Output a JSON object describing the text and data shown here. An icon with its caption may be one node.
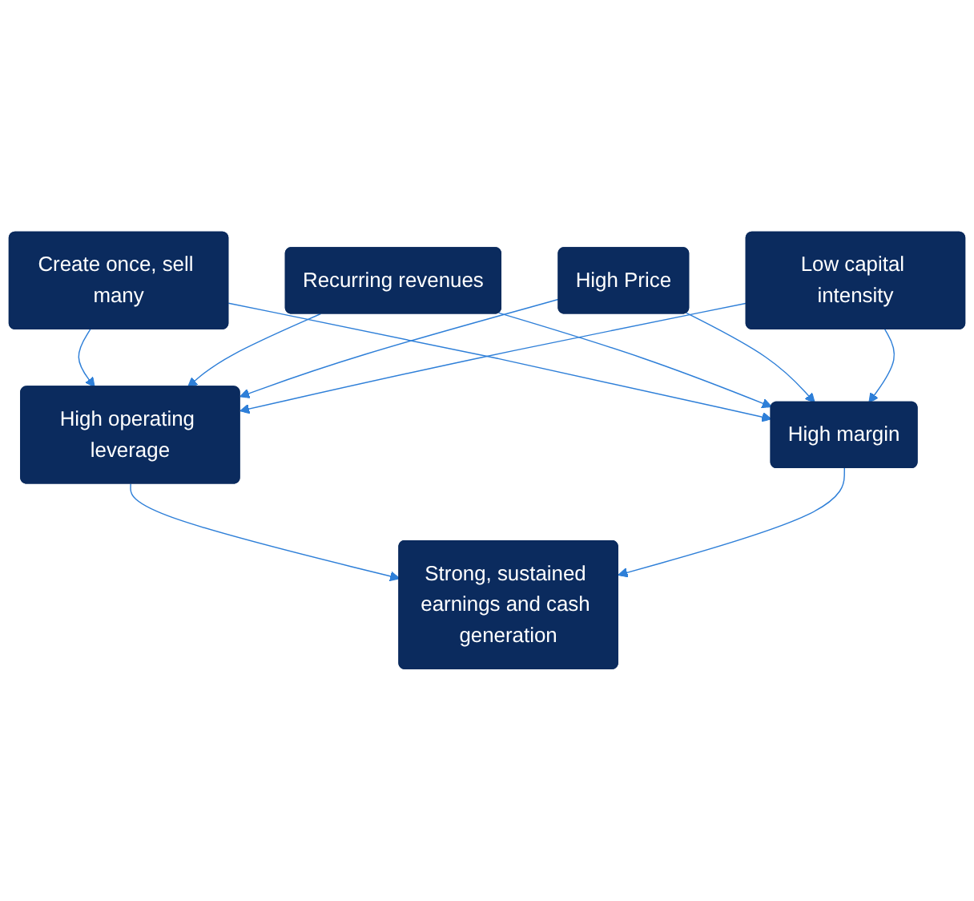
{
  "diagram": {
    "nodes": [
      {
        "text": [
          "Create once, sell many"
        ]
      },
      {
        "text": [
          "Recurring revenues"
        ]
      },
      {
        "text": [
          "High Price"
        ]
      },
      {
        "text": [
          "Low capital intensity"
        ]
      },
      {
        "text": [
          "High operating leverage"
        ]
      },
      {
        "text": [
          "High margin"
        ]
      },
      {
        "text": [
          "Strong, sustained earnings and cash generation"
        ]
      }
    ],
    "edges": [
      {
        "from": 0,
        "to": 4,
        "arrow": "to"
      },
      {
        "from": 1,
        "to": 4,
        "arrow": "to"
      },
      {
        "from": 2,
        "to": 4,
        "arrow": "to"
      },
      {
        "from": 3,
        "to": 4,
        "arrow": "to"
      },
      {
        "from": 0,
        "to": 5,
        "arrow": "to"
      },
      {
        "from": 1,
        "to": 5,
        "arrow": "to"
      },
      {
        "from": 2,
        "to": 5,
        "arrow": "to"
      },
      {
        "from": 3,
        "to": 5,
        "arrow": "to"
      },
      {
        "from": 4,
        "to": 6,
        "arrow": "to"
      },
      {
        "from": 5,
        "to": 6,
        "arrow": "to"
      }
    ]
  }
}
